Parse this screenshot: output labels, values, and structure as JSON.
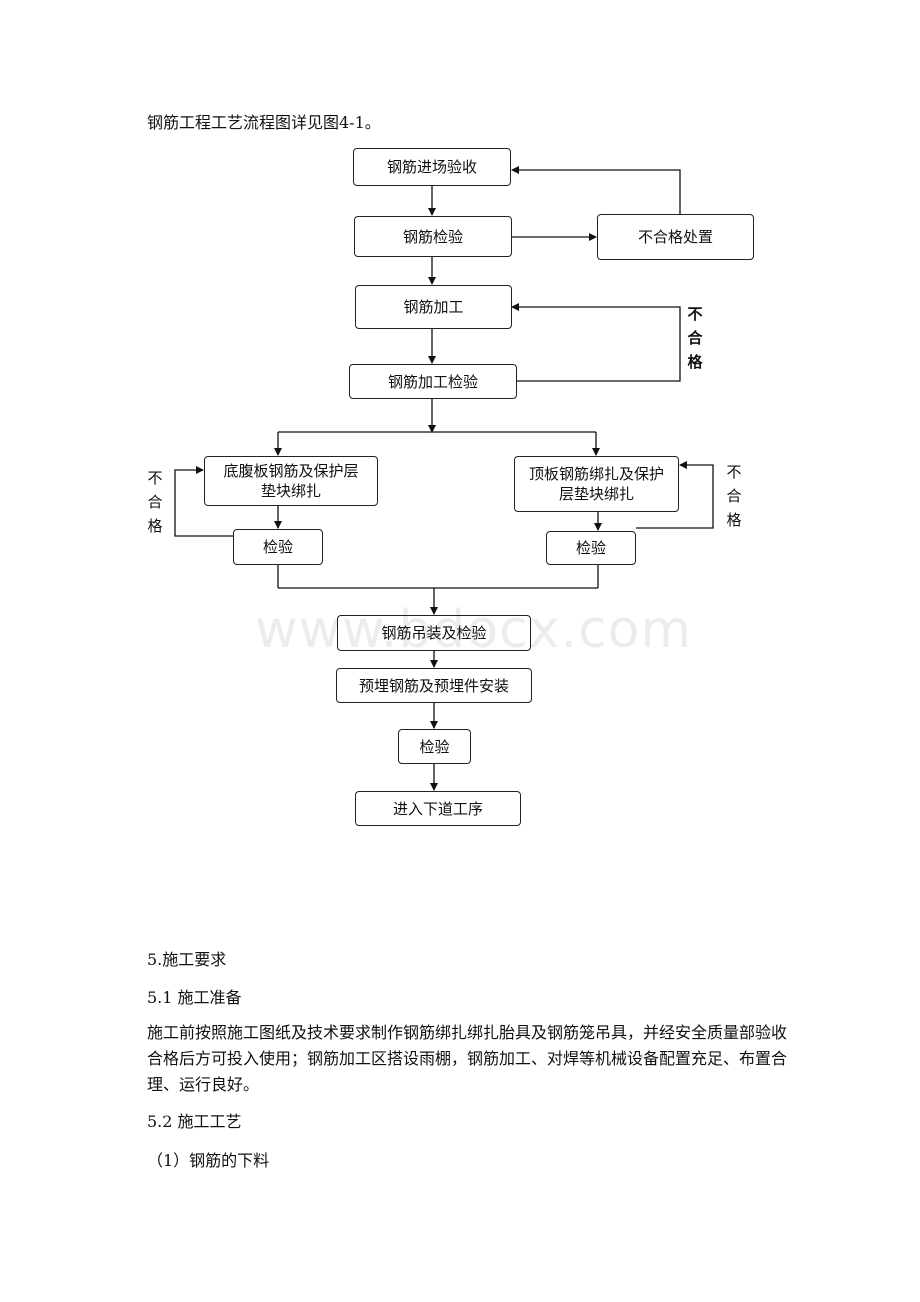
{
  "intro": "钢筋工程工艺流程图详见图4-1。",
  "flowchart": {
    "nodes": {
      "receive": "钢筋进场验收",
      "inspect": "钢筋检验",
      "reject_handle": "不合格处置",
      "process": "钢筋加工",
      "process_inspect": "钢筋加工检验",
      "bottom_web": "底腹板钢筋及保护层垫块绑扎",
      "top_slab": "顶板钢筋绑扎及保护层垫块绑扎",
      "check_left": "检验",
      "check_right": "检验",
      "lift_inspect": "钢筋吊装及检验",
      "embed_install": "预埋钢筋及预埋件安装",
      "final_check": "检验",
      "next_process": "进入下道工序"
    },
    "unqualified_label": [
      "不",
      "合",
      "格"
    ]
  },
  "watermark": "www.bdocx.com",
  "sections": {
    "s5": "5.施工要求",
    "s5_1": "5.1 施工准备",
    "s5_1_body": "施工前按照施工图纸及技术要求制作钢筋绑扎绑扎胎具及钢筋笼吊具，并经安全质量部验收合格后方可投入使用；钢筋加工区搭设雨棚，钢筋加工、对焊等机械设备配置充足、布置合理、运行良好。",
    "s5_2": "5.2 施工工艺",
    "s5_2_1": "（1）钢筋的下料"
  }
}
